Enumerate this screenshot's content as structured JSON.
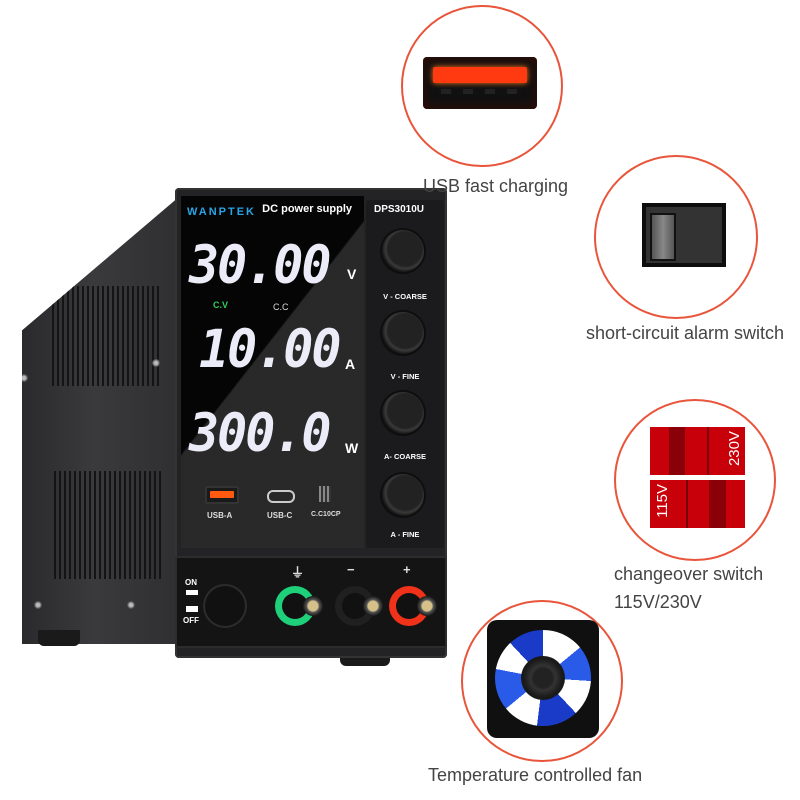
{
  "device": {
    "brand": "WANPTEK",
    "title": "DC power supply",
    "model": "DPS3010U",
    "display": {
      "voltage": {
        "value": "30.00",
        "unit": "V"
      },
      "current": {
        "value": "10.00",
        "unit": "A"
      },
      "power": {
        "value": "300.0",
        "unit": "W"
      },
      "cv_indicator": "C.V",
      "cc_indicator": "C.C"
    },
    "ports": [
      {
        "label": "USB-A",
        "icon": "usb-a-port-icon"
      },
      {
        "label": "USB-C",
        "icon": "usb-c-port-icon"
      },
      {
        "label": "C.C10CP",
        "icon": "switch-icon"
      }
    ],
    "knobs": [
      {
        "label": "V - COARSE"
      },
      {
        "label": "V - FINE"
      },
      {
        "label": "A- COARSE"
      },
      {
        "label": "A - FINE"
      }
    ],
    "power_switch": {
      "on_label": "ON",
      "off_label": "OFF"
    },
    "terminals": [
      {
        "symbol": "⏚",
        "name": "ground",
        "color": "#1fd07a"
      },
      {
        "symbol": "−",
        "name": "negative",
        "color": "#111111"
      },
      {
        "symbol": "+",
        "name": "positive",
        "color": "#f0321a"
      }
    ]
  },
  "features": [
    {
      "caption": "USB fast charging",
      "icon": "usb-port-icon"
    },
    {
      "caption": "short-circuit alarm switch",
      "icon": "rocker-switch-icon"
    },
    {
      "caption_line1": "changeover switch",
      "caption_line2": "115V/230V",
      "labels": [
        "230V",
        "115V"
      ],
      "icon": "voltage-selector-icon"
    },
    {
      "caption": "Temperature controlled fan",
      "icon": "fan-icon"
    }
  ],
  "colors": {
    "accent": "#e8553a",
    "usb_glow": "#ff3a10",
    "cv_green": "#2fd05a",
    "brand_blue": "#2aa4e6",
    "selector_red": "#c8000a"
  }
}
